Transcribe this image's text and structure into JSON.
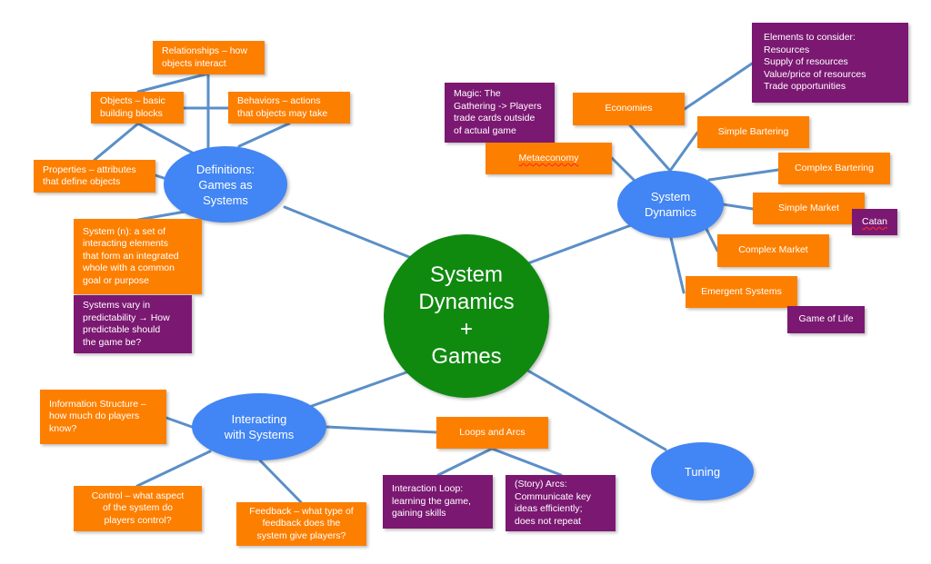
{
  "diagram": {
    "central": {
      "label": "System\nDynamics\n+\nGames"
    },
    "hubs": {
      "definitions": {
        "label": "Definitions:\nGames as\nSystems"
      },
      "system_dynamics": {
        "label": "System\nDynamics"
      },
      "interacting": {
        "label": "Interacting\nwith Systems"
      },
      "tuning": {
        "label": "Tuning"
      }
    },
    "definitions_children": {
      "relationships": "Relationships – how\nobjects interact",
      "objects": "Objects – basic\nbuilding blocks",
      "behaviors": "Behaviors – actions\nthat objects may take",
      "properties": "Properties – attributes\nthat define objects",
      "system_n": "System (n): a set of\ninteracting elements\nthat form an integrated\nwhole with a common\ngoal or purpose",
      "systems_vary": "Systems vary in\npredictability → How\npredictable should\nthe game be?"
    },
    "dynamics_children": {
      "magic": "Magic: The\nGathering -> Players\ntrade cards outside\nof actual game",
      "economies": "Economies",
      "metaeconomy": "Metaeconomy",
      "elements": "Elements to consider:\nResources\nSupply of resources\nValue/price of resources\nTrade opportunities",
      "simple_bartering": "Simple Bartering",
      "complex_bartering": "Complex Bartering",
      "simple_market": "Simple Market",
      "catan": "Catan",
      "complex_market": "Complex Market",
      "emergent_systems": "Emergent Systems",
      "game_of_life": "Game of Life"
    },
    "interacting_children": {
      "information_structure": "Information Structure –\nhow much do players\nknow?",
      "control": "Control – what aspect\nof the system do\nplayers control?",
      "feedback": "Feedback – what type of\nfeedback does the\nsystem give players?",
      "loops_and_arcs": "Loops and Arcs",
      "interaction_loop": "Interaction Loop:\nlearning the game,\ngaining skills",
      "story_arcs": "(Story) Arcs:\nCommunicate key\nideas efficiently;\ndoes not repeat"
    },
    "colors": {
      "branch_box": "#fd7f00",
      "example_box": "#7b1872",
      "hub": "#4285f4",
      "central": "#0f8a0f",
      "connector": "#5b8fc7"
    }
  }
}
